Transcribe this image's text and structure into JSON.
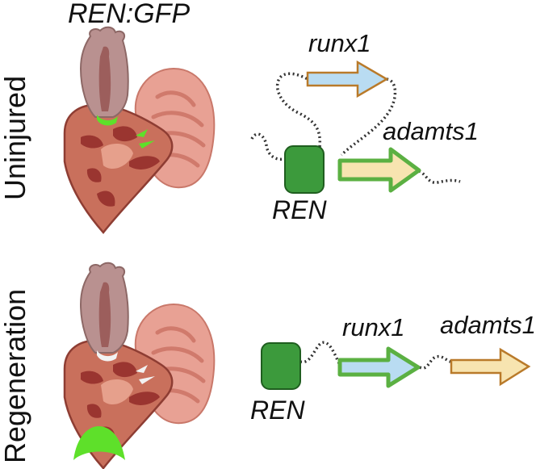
{
  "figure": {
    "title_label": "REN:GFP",
    "rows": [
      {
        "condition": "Uninjured",
        "gfp_signal": "valves",
        "elements": {
          "enhancer": "REN",
          "gene_a": "runx1",
          "gene_b": "adamts1"
        },
        "contact": "REN contacts adamts1 (active, green outline); runx1 looped away"
      },
      {
        "condition": "Regeneration",
        "gfp_signal": "injury site at ventricle apex",
        "elements": {
          "enhancer": "REN",
          "gene_a": "runx1",
          "gene_b": "adamts1"
        },
        "contact": "REN contacts runx1 (active, green outline); adamts1 distal"
      }
    ]
  },
  "colors": {
    "gfp_green": "#5ee02a",
    "enhancer_fill": "#3c9a3c",
    "enhancer_stroke": "#1f5e1f",
    "active_outline": "#5bb042",
    "inactive_outline": "#b97a2a",
    "runx1_fill": "#b9dcf2",
    "adamts1_fill": "#f7e4b0",
    "heart_ventricle": "#c9705c",
    "heart_dark": "#9a3530",
    "heart_atrium": "#e8a194",
    "bulbus": "#b99190"
  }
}
